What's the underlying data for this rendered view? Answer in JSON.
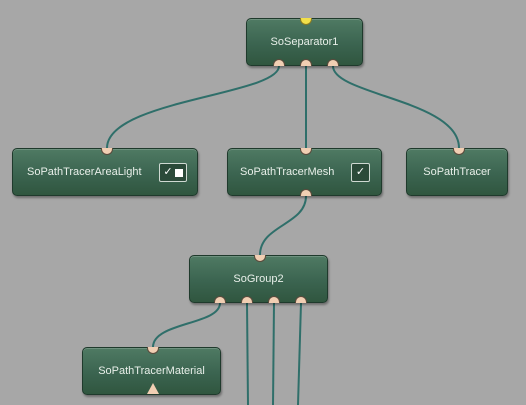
{
  "canvas": {
    "background": "#a7a7a7",
    "wire_color": "#2f6f6a"
  },
  "nodes": {
    "separator": {
      "label": "SoSeparator1"
    },
    "area_light": {
      "label": "SoPathTracerAreaLight",
      "toggle_checked": true
    },
    "mesh": {
      "label": "SoPathTracerMesh",
      "toggle_checked": true
    },
    "tracer": {
      "label": "SoPathTracer"
    },
    "group": {
      "label": "SoGroup2"
    },
    "material": {
      "label": "SoPathTracerMaterial"
    }
  },
  "icons": {
    "check": "✓"
  }
}
